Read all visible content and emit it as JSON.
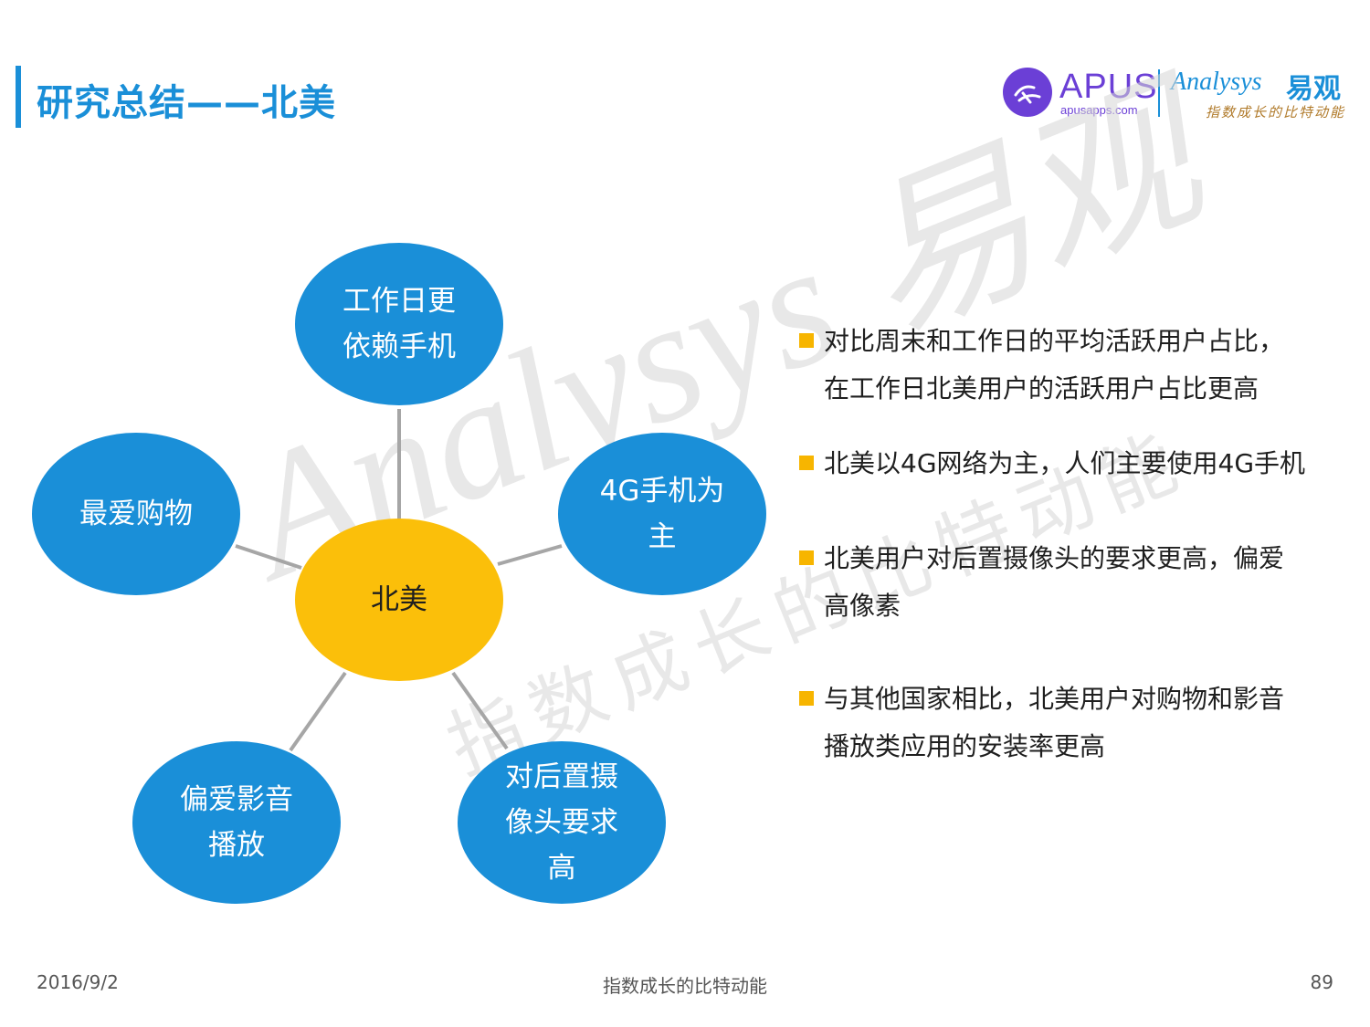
{
  "header": {
    "title": "研究总结——北美"
  },
  "logo": {
    "apus_name": "APUS",
    "apus_url": "apusapps.com",
    "analysys_name": "Analysys",
    "analysys_cn": "易观",
    "analysys_slogan": "指数成长的比特动能"
  },
  "watermark": {
    "big": "Analysys 易观",
    "slogan": "指数成长的比特动能"
  },
  "diagram": {
    "center": {
      "label": "北美",
      "color": "#fbbf0a"
    },
    "node_color": "#1a8fd8",
    "line_color": "#a6a6a6",
    "nodes": [
      {
        "id": "top",
        "label": "工作日更\n依赖手机"
      },
      {
        "id": "right",
        "label": "4G手机为\n主"
      },
      {
        "id": "bottom-right",
        "label": "对后置摄\n像头要求\n高"
      },
      {
        "id": "bottom-left",
        "label": "偏爱影音\n播放"
      },
      {
        "id": "left",
        "label": "最爱购物"
      }
    ]
  },
  "bullets": [
    "对比周末和工作日的平均活跃用户占比，\n在工作日北美用户的活跃用户占比更高",
    "北美以4G网络为主，人们主要使用4G手机",
    "北美用户对后置摄像头的要求更高，偏爱\n高像素",
    "与其他国家相比，北美用户对购物和影音\n播放类应用的安装率更高"
  ],
  "footer": {
    "date": "2016/9/2",
    "slogan": "指数成长的比特动能",
    "page": "89"
  },
  "colors": {
    "accent": "#1a8fd8",
    "bullet": "#f7b500",
    "apus": "#6b3fd6"
  }
}
